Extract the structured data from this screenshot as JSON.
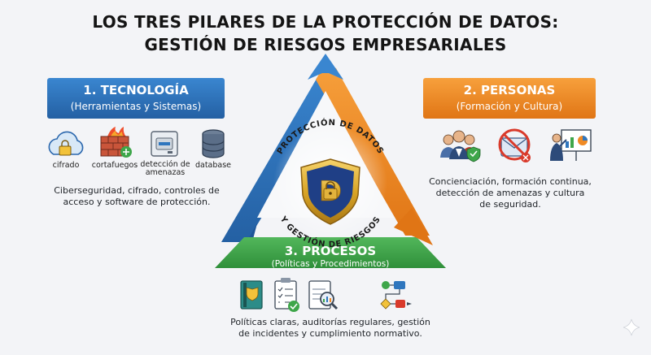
{
  "title": {
    "line1": "LOS TRES PILARES DE LA PROTECCIÓN DE DATOS:",
    "line2": "GESTIÓN DE RIESGOS EMPRESARIALES"
  },
  "center": {
    "arc_top": "PROTECCIÓN DE DATOS",
    "arc_bottom": "Y GESTIÓN DE RIESGOS",
    "shield_letter": "D"
  },
  "pillars": {
    "tecnologia": {
      "title": "1. TECNOLOGÍA",
      "subtitle": "(Herramientas y Sistemas)",
      "color": "#2f76be",
      "icons": [
        {
          "icon": "cloud-lock-icon",
          "label": "cifrado"
        },
        {
          "icon": "firewall-icon",
          "label": "cortafuegos"
        },
        {
          "icon": "scanner-icon",
          "label": "detección de amenazas"
        },
        {
          "icon": "database-icon",
          "label": "database"
        }
      ],
      "description_lines": [
        "Ciberseguridad, cifrado, controles de",
        "acceso y software de protección."
      ]
    },
    "personas": {
      "title": "2. PERSONAS",
      "subtitle": "(Formación y Cultura)",
      "color": "#f08a24",
      "icons": [
        {
          "icon": "team-icon"
        },
        {
          "icon": "no-phishing-icon"
        },
        {
          "icon": "presentation-icon"
        }
      ],
      "description_lines": [
        "Concienciación, formación continua,",
        "detección de amenazas y cultura",
        "de seguridad."
      ]
    },
    "procesos": {
      "title": "3. PROCESOS",
      "subtitle": "(Políticas y Procedimientos)",
      "color": "#3ea64a",
      "icons": [
        {
          "icon": "policy-book-icon"
        },
        {
          "icon": "checklist-icon"
        },
        {
          "icon": "audit-magnifier-icon"
        },
        {
          "icon": "workflow-icon"
        }
      ],
      "description_lines": [
        "Políticas claras, auditorías regulares, gestión",
        "de incidentes y cumplimiento normativo."
      ]
    }
  }
}
